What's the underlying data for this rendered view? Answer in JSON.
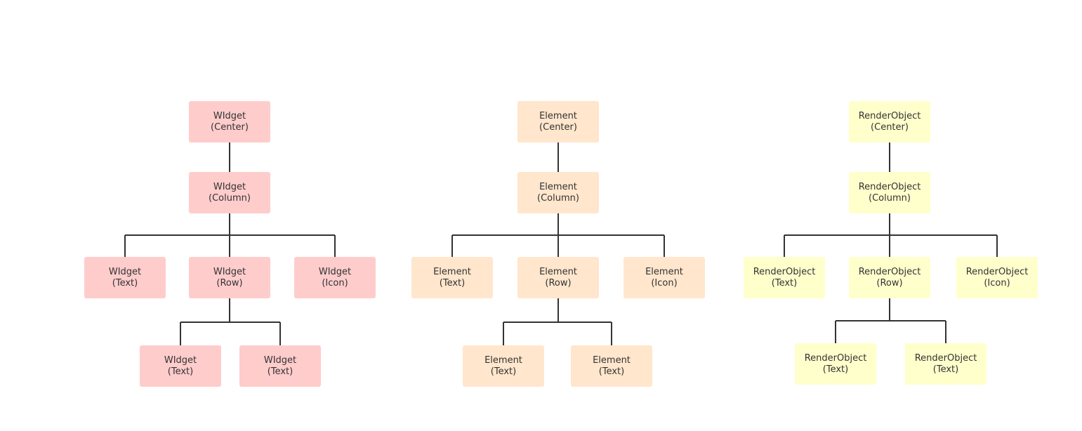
{
  "colors": {
    "widget": "#ffcccc",
    "element": "#ffe6cc",
    "renderobject": "#ffffcc",
    "line": "#333333",
    "text": "#333333"
  },
  "trees": [
    {
      "kind": "widget",
      "nodes": [
        {
          "id": "center",
          "title": "WIdget",
          "sub": "(Center)"
        },
        {
          "id": "column",
          "title": "WIdget",
          "sub": "(Column)"
        },
        {
          "id": "text1",
          "title": "WIdget",
          "sub": "(Text)"
        },
        {
          "id": "row",
          "title": "WIdget",
          "sub": "(Row)"
        },
        {
          "id": "icon",
          "title": "WIdget",
          "sub": "(Icon)"
        },
        {
          "id": "text2",
          "title": "WIdget",
          "sub": "(Text)"
        },
        {
          "id": "text3",
          "title": "WIdget",
          "sub": "(Text)"
        }
      ]
    },
    {
      "kind": "element",
      "nodes": [
        {
          "id": "center",
          "title": "Element",
          "sub": "(Center)"
        },
        {
          "id": "column",
          "title": "Element",
          "sub": "(Column)"
        },
        {
          "id": "text1",
          "title": "Element",
          "sub": "(Text)"
        },
        {
          "id": "row",
          "title": "Element",
          "sub": "(Row)"
        },
        {
          "id": "icon",
          "title": "Element",
          "sub": "(Icon)"
        },
        {
          "id": "text2",
          "title": "Element",
          "sub": "(Text)"
        },
        {
          "id": "text3",
          "title": "Element",
          "sub": "(Text)"
        }
      ]
    },
    {
      "kind": "renderobject",
      "nodes": [
        {
          "id": "center",
          "title": "RenderObject",
          "sub": "(Center)"
        },
        {
          "id": "column",
          "title": "RenderObject",
          "sub": "(Column)"
        },
        {
          "id": "text1",
          "title": "RenderObject",
          "sub": "(Text)"
        },
        {
          "id": "row",
          "title": "RenderObject",
          "sub": "(Row)"
        },
        {
          "id": "icon",
          "title": "RenderObject",
          "sub": "(Icon)"
        },
        {
          "id": "text2",
          "title": "RenderObject",
          "sub": "(Text)"
        },
        {
          "id": "text3",
          "title": "RenderObject",
          "sub": "(Text)"
        }
      ]
    }
  ],
  "edges": [
    [
      "center",
      "column"
    ],
    [
      "column",
      "text1"
    ],
    [
      "column",
      "row"
    ],
    [
      "column",
      "icon"
    ],
    [
      "row",
      "text2"
    ],
    [
      "row",
      "text3"
    ]
  ]
}
